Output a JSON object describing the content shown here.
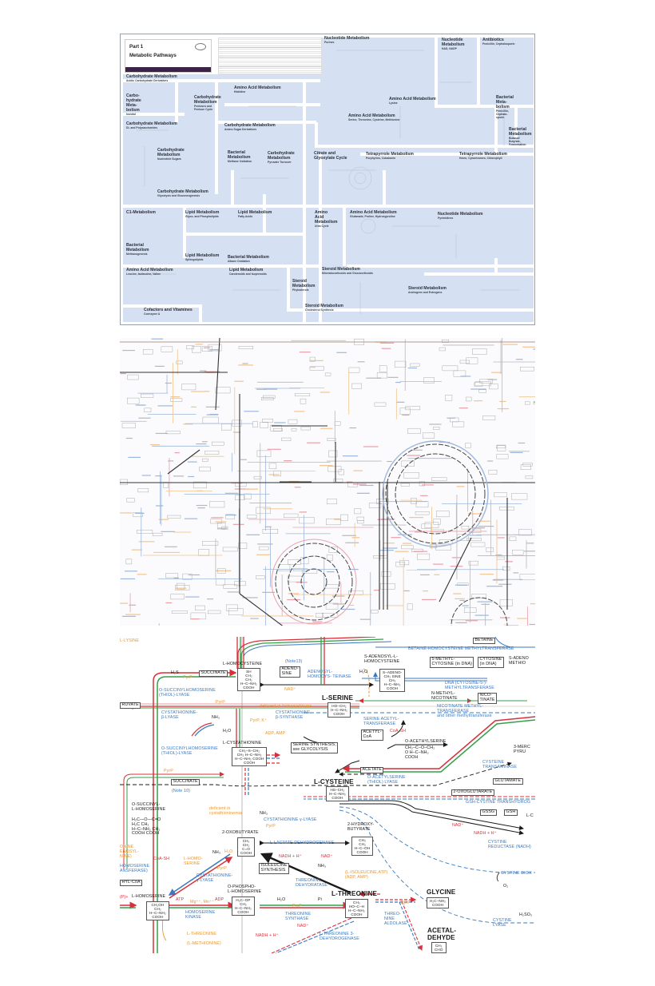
{
  "colors": {
    "region_blue": "#d5e1f2",
    "channel_white": "#ffffff",
    "title_bar": "#3b2246",
    "enzyme_blue": "#3a78c0",
    "cofactor_orange": "#e8962e",
    "red": "#d8303a",
    "green": "#35a04a",
    "black": "#1a1a1a"
  },
  "overview": {
    "part": "Part 1",
    "title": "Metabolic Pathways",
    "regions": [
      {
        "title": "Carbohydrate Metabolism",
        "subtitle": "Acidic Carbohydrate Derivatives"
      },
      {
        "title": "Carbo-\nhydrate\nMeta-\nbolism",
        "subtitle": "Inositol"
      },
      {
        "title": "Carbohydrate\nMetabolism",
        "subtitle": "Pentoses and\nPentose Cycle"
      },
      {
        "title": "Amino Acid Metabolism",
        "subtitle": "Histidine"
      },
      {
        "title": "Carbohydrate Metabolism",
        "subtitle": "Di- and Polysaccharides"
      },
      {
        "title": "Carbohydrate Metabolism",
        "subtitle": "Amino Sugar Derivatives"
      },
      {
        "title": "Carbohydrate\nMetabolism",
        "subtitle": "Nucleotide Sugars"
      },
      {
        "title": "Bacterial\nMetabolism",
        "subtitle": "Methane Oxidation"
      },
      {
        "title": "Carbohydrate\nMetabolism",
        "subtitle": "Pyruvate Turnover"
      },
      {
        "title": "Citrate and\nGlyoxylate Cycle",
        "subtitle": ""
      },
      {
        "title": "Nucleotide Metabolism",
        "subtitle": "Purines"
      },
      {
        "title": "Nucleotide\nMetabolism",
        "subtitle": "NAD, NADP"
      },
      {
        "title": "Antibiotics",
        "subtitle": "Penicillin, Cephalosporin"
      },
      {
        "title": "Amino Acid Metabolism",
        "subtitle": "Lysine"
      },
      {
        "title": "Amino Acid Metabolism",
        "subtitle": "Serine, Threonine, Cysteine, Methionine"
      },
      {
        "title": "Bacterial\nMeta-\nbolism",
        "subtitle": "Penicillin,\nCephalo-\nsporin"
      },
      {
        "title": "Bacterial\nMetabolism",
        "subtitle": "Butanol/\nButyrate,\nFermentation"
      },
      {
        "title": "Tetrapyrrole Metabolism",
        "subtitle": "Porphyrins, Cobalamin"
      },
      {
        "title": "Tetrapyrrole Metabolism",
        "subtitle": "Heme, Cytochromes, Chlorophyll"
      },
      {
        "title": "Carbohydrate Metabolism",
        "subtitle": "Glycolysis and Gluconeogenesis"
      },
      {
        "title": "C1-Metabolism",
        "subtitle": ""
      },
      {
        "title": "Lipid Metabolism",
        "subtitle": "Glyco- and Phospholipids"
      },
      {
        "title": "Lipid Metabolism",
        "subtitle": "Fatty Acids"
      },
      {
        "title": "Amino\nAcid\nMetabolism",
        "subtitle": "Urea Cycle"
      },
      {
        "title": "Amino Acid Metabolism",
        "subtitle": "Glutamate, Proline, Hydroxyproline"
      },
      {
        "title": "Nucleotide Metabolism",
        "subtitle": "Pyrimidines"
      },
      {
        "title": "Bacterial\nMetabolism",
        "subtitle": "Methanogenesis"
      },
      {
        "title": "Lipid Metabolism",
        "subtitle": "Sphingolipids"
      },
      {
        "title": "Bacterial Metabolism",
        "subtitle": "Alkane Oxidation"
      },
      {
        "title": "Amino Acid Metabolism",
        "subtitle": "Leucine, Isoleucine, Valine"
      },
      {
        "title": "Lipid Metabolism",
        "subtitle": "Carotenoids and Isoprenoids"
      },
      {
        "title": "Steroid Metabolism",
        "subtitle": "Mineralocorticoids and Glucocorticoids"
      },
      {
        "title": "Steroid\nMetabolism",
        "subtitle": "Phytosterols"
      },
      {
        "title": "Steroid Metabolism",
        "subtitle": "Androgens and Estrogens"
      },
      {
        "title": "Cofactors and Vitamines",
        "subtitle": "Coenzyme A"
      },
      {
        "title": "Steroid Metabolism",
        "subtitle": "Cholesterol Synthesis"
      }
    ]
  },
  "detail": {
    "labels": [
      {
        "text": "L-LYSINE",
        "color": "#e8962e"
      },
      {
        "text": "H₂S",
        "color": "#1a1a1a"
      },
      {
        "text": "PyrP",
        "color": "#e8962e"
      },
      {
        "text": "SUCCINATE",
        "color": "#1a1a1a"
      },
      {
        "text": "L-HOMOCYSTEINE",
        "color": "#1a1a1a"
      },
      {
        "text": "SH\nCH₂\nCH₂\nH–C–NH₂\nCOOH",
        "color": "#1a1a1a"
      },
      {
        "text": "O-SUCCINYLHOMOSERINE\n(THIOL)-LYASE",
        "color": "#3a78c0"
      },
      {
        "text": "RUVATE",
        "color": "#1a1a1a"
      },
      {
        "text": "PyrP",
        "color": "#e8962e"
      },
      {
        "text": "CYSTATHIONINE-\nβ-LYASE",
        "color": "#3a78c0"
      },
      {
        "text": "NH₃",
        "color": "#1a1a1a"
      },
      {
        "text": "H₂O",
        "color": "#1a1a1a"
      },
      {
        "text": "L-CYSTATHIONINE",
        "color": "#1a1a1a"
      },
      {
        "text": "CH₂–S–CH₂\nCH₂   H–C–NH₂\nH–C–NH₂  COOH\nCOOH",
        "color": "#1a1a1a"
      },
      {
        "text": "O-SUCCINYLHOMOSERINE\n(THIOL)-LYASE",
        "color": "#3a78c0"
      },
      {
        "text": "PyrP",
        "color": "#e8962e"
      },
      {
        "text": "SUCCINATE",
        "color": "#1a1a1a"
      },
      {
        "text": "(Note 10)",
        "color": "#3a78c0"
      },
      {
        "text": "(Note13)",
        "color": "#3a78c0"
      },
      {
        "text": "ADENO-\nSINE",
        "color": "#1a1a1a"
      },
      {
        "text": "ADENOSYL-\nHOMOCYS-   TEINASE",
        "color": "#3a78c0"
      },
      {
        "text": "H₂O",
        "color": "#1a1a1a"
      },
      {
        "text": "NAD⁺",
        "color": "#e8962e"
      },
      {
        "text": "L-SERINE",
        "color": "#1a1a1a"
      },
      {
        "text": "HO–CH₂\nH–C–NH₂\nCOOH",
        "color": "#1a1a1a"
      },
      {
        "text": "deficient in homocystinuria",
        "color": "#e8962e"
      },
      {
        "text": "CYSTATHIONINE-\nβ-SYNTHASE",
        "color": "#3a78c0"
      },
      {
        "text": "PyrP, K⁺",
        "color": "#e8962e"
      },
      {
        "text": "ADP, AMP",
        "color": "#e8962e"
      },
      {
        "text": "SERINE SYNTHESIS,\nsee GLYCOLYSIS",
        "color": "#1a1a1a"
      },
      {
        "text": "ACETYL-\nCoA",
        "color": "#1a1a1a"
      },
      {
        "text": "SERINE ACETYL-\nTRANSFERASE",
        "color": "#3a78c0"
      },
      {
        "text": "CoA-SH",
        "color": "#d8303a"
      },
      {
        "text": "ACETATE",
        "color": "#1a1a1a"
      },
      {
        "text": "L-CYSTEINE",
        "color": "#1a1a1a"
      },
      {
        "text": "HS–CH₂\nH–C–NH₂\nCOOH",
        "color": "#1a1a1a"
      },
      {
        "text": "O-ACETYLSERINE\n(THIOL) LYASE",
        "color": "#3a78c0"
      },
      {
        "text": "S-ADENOSYL-L-\nHOMOCYSTEINE",
        "color": "#1a1a1a"
      },
      {
        "text": "S–ADENO-\nCH₂  SINE\nCH₂\nH–C–NH₂\nCOOH",
        "color": "#1a1a1a"
      },
      {
        "text": "BETAINE",
        "color": "#1a1a1a"
      },
      {
        "text": "BETAINE-HOMOCYSTEINE METHYLTRANSFERASE",
        "color": "#3a78c0"
      },
      {
        "text": "5-METHYL-\nCYTOSINE (in DNA)",
        "color": "#1a1a1a"
      },
      {
        "text": "CYTOSINE\n(in DNA)",
        "color": "#1a1a1a"
      },
      {
        "text": "S-ADENO\nMETHIO",
        "color": "#1a1a1a"
      },
      {
        "text": "DNA (CYTOSINE-5-)-\nMETHYLTRANSFERASE",
        "color": "#3a78c0"
      },
      {
        "text": "N-METHYL-\nNICOTINATE",
        "color": "#1a1a1a"
      },
      {
        "text": "NICO-\nTINATE",
        "color": "#1a1a1a"
      },
      {
        "text": "NICOTINATE METHYL-\nTRANSFERASE\nand other methyltransferase",
        "color": "#3a78c0"
      },
      {
        "text": "O-ACETHYLSERINE",
        "color": "#1a1a1a"
      },
      {
        "text": "CH₂–C–O–CH₂\nO   H–C–NH₂\nCOOH",
        "color": "#1a1a1a"
      },
      {
        "text": "3-MERC\nPYRU",
        "color": "#1a1a1a"
      },
      {
        "text": "CYSTEINE\nTRANSAMINASE",
        "color": "#3a78c0"
      },
      {
        "text": "GLUTAMATE",
        "color": "#1a1a1a"
      },
      {
        "text": "2-OXOGLUTARATE",
        "color": "#1a1a1a"
      },
      {
        "text": "GSH-CYSTINE TRANSHYDROG",
        "color": "#3a78c0"
      },
      {
        "text": "GSSG",
        "color": "#1a1a1a"
      },
      {
        "text": "GSH",
        "color": "#1a1a1a"
      },
      {
        "text": "L-C",
        "color": "#1a1a1a"
      },
      {
        "text": "NAD⁺",
        "color": "#d8303a"
      },
      {
        "text": "NADH + H⁺",
        "color": "#d8303a"
      },
      {
        "text": "CYSTINE\nREDUCTASE (NADH)",
        "color": "#3a78c0"
      },
      {
        "text": "CYSTINE DIOX",
        "color": "#3a78c0"
      },
      {
        "text": "O₂",
        "color": "#1a1a1a"
      },
      {
        "text": "GLYCINE",
        "color": "#1a1a1a"
      },
      {
        "text": "H₂C–NH₂\nCOOH",
        "color": "#1a1a1a"
      },
      {
        "text": "PyrP",
        "color": "#e8962e"
      },
      {
        "text": "H₂SO₃",
        "color": "#1a1a1a"
      },
      {
        "text": "CYSTINE\nLYASE",
        "color": "#3a78c0"
      },
      {
        "text": "ACETAL-\nDEHYDE",
        "color": "#1a1a1a"
      },
      {
        "text": "CH₃\nCHO",
        "color": "#1a1a1a"
      },
      {
        "text": "O-SUCCINYL-\nL-HOMOSERINE",
        "color": "#1a1a1a"
      },
      {
        "text": "H₂C—O—C=O\nH₂C      CH₂\nH–C–NH₂  CH₂\nCOOH   COOH",
        "color": "#1a1a1a"
      },
      {
        "text": "deficient in\ncystathioninemia",
        "color": "#e8962e"
      },
      {
        "text": "2-OXOBUTYRATE",
        "color": "#1a1a1a"
      },
      {
        "text": "CH₃\nCH₂\nC=O\nCOOH",
        "color": "#1a1a1a"
      },
      {
        "text": "ONINE\nENOSYL-\nNINE)",
        "color": "#e8962e"
      },
      {
        "text": "CoA-SH",
        "color": "#d8303a"
      },
      {
        "text": "HOMOSERINE\nANSFERASE)",
        "color": "#3a78c0"
      },
      {
        "text": "HYL-CoA",
        "color": "#1a1a1a"
      },
      {
        "text": "L-HOMO-\nSERINE",
        "color": "#e8962e"
      },
      {
        "text": "NH₃",
        "color": "#1a1a1a"
      },
      {
        "text": "H₂O",
        "color": "#e8962e"
      },
      {
        "text": "PyrP",
        "color": "#e8962e"
      },
      {
        "text": "CYSTATHIONINE-\nγ-LYASE",
        "color": "#3a78c0"
      },
      {
        "text": "(P)+",
        "color": "#d8303a"
      },
      {
        "text": "L-HOMOSERINE",
        "color": "#1a1a1a"
      },
      {
        "text": "CH₂OH\nCH₂\nH–C–NH₂\nCOOH",
        "color": "#1a1a1a"
      },
      {
        "text": "ATP",
        "color": "#d8303a"
      },
      {
        "text": "Mg⁺⁺, Mn⁺⁺",
        "color": "#e8962e"
      },
      {
        "text": "ADP",
        "color": "#d8303a"
      },
      {
        "text": "HOMOSERINE\nKINASE",
        "color": "#3a78c0"
      },
      {
        "text": "L-THREONINE",
        "color": "#e8962e"
      },
      {
        "text": "(L-METHIONINE)",
        "color": "#e8962e"
      },
      {
        "text": "O-PHOSPHO-\nL-HOMOSERINE",
        "color": "#1a1a1a"
      },
      {
        "text": "H₂C–OP\nCH₂\nH–C–NH₂\nCOOH",
        "color": "#1a1a1a"
      },
      {
        "text": "NH₃",
        "color": "#1a1a1a"
      },
      {
        "text": "CYSTATHIONINE  γ-LYASE",
        "color": "#3a78c0"
      },
      {
        "text": "PyrP",
        "color": "#e8962e"
      },
      {
        "text": "2-HYDROXY-\nBUTYRATE",
        "color": "#1a1a1a"
      },
      {
        "text": "CH₃\nCH₂\nH–C–OH\nCOOH",
        "color": "#1a1a1a"
      },
      {
        "text": "L-LACTATE DEHYDROGENASE",
        "color": "#3a78c0"
      },
      {
        "text": "NADH + H⁺",
        "color": "#d8303a"
      },
      {
        "text": "NAD⁺",
        "color": "#d8303a"
      },
      {
        "text": "ISOLEUCINE\nSYNTHESIS",
        "color": "#1a1a1a"
      },
      {
        "text": "NH₃",
        "color": "#1a1a1a"
      },
      {
        "text": "(L-ISOLEUCINE,ATP)\n(ADP, AMP)",
        "color": "#e8962e"
      },
      {
        "text": "THREONINE\nDEHYDRATASE",
        "color": "#3a78c0"
      },
      {
        "text": "L-THREONINE",
        "color": "#1a1a1a"
      },
      {
        "text": "CH₃\nHO–C–H\nH–C–NH₂\nCOOH",
        "color": "#1a1a1a"
      },
      {
        "text": "H₂O",
        "color": "#1a1a1a"
      },
      {
        "text": "PyrP",
        "color": "#e8962e"
      },
      {
        "text": "Pi",
        "color": "#1a1a1a"
      },
      {
        "text": "THREONINE\nSYNTHASE",
        "color": "#3a78c0"
      },
      {
        "text": "NAD⁺",
        "color": "#d8303a"
      },
      {
        "text": "NADH + H⁺",
        "color": "#d8303a"
      },
      {
        "text": "L-THREONINE 3-\nDEHYDROGENASE",
        "color": "#3a78c0"
      },
      {
        "text": "THREO-\nNINE\nALDOLASE",
        "color": "#3a78c0"
      }
    ]
  }
}
